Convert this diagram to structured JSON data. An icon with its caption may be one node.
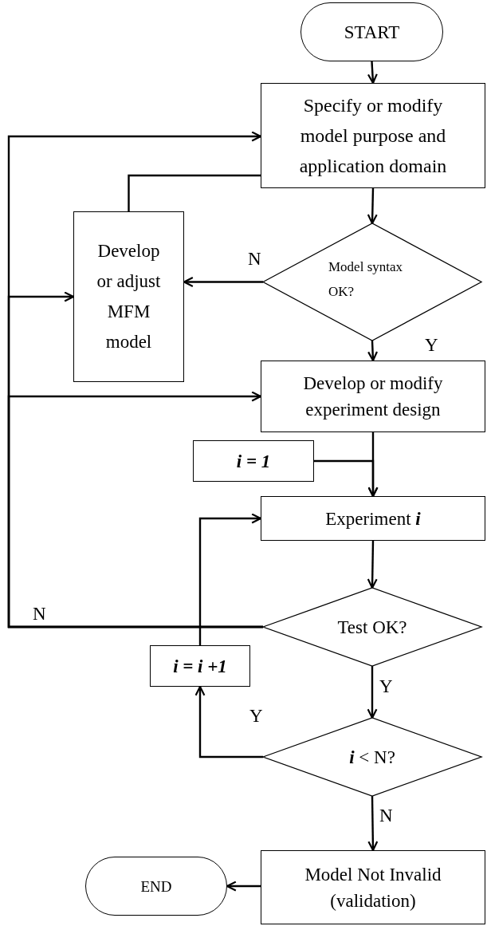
{
  "diagram": {
    "nodes": [
      {
        "text": [
          "START"
        ]
      },
      {
        "text": [
          "Specify or modify model purpose and application domain"
        ]
      },
      {
        "text": [
          "Develop or adjust MFM model"
        ]
      },
      {
        "text": [
          "Model syntax OK?"
        ]
      },
      {
        "text": [
          "Develop or modify experiment design"
        ]
      },
      {
        "text": [
          "i = 1"
        ]
      },
      {
        "text": [
          "Experiment **i**"
        ]
      },
      {
        "text": [
          "Test OK?"
        ]
      },
      {
        "text": [
          "i = i +1"
        ]
      },
      {
        "text": [
          "**i** < N?"
        ]
      },
      {
        "text": [
          "END"
        ]
      },
      {
        "text": [
          "Model Not Invalid (validation)"
        ]
      }
    ],
    "edges": [
      {
        "from": 0,
        "to": 1,
        "arrow": "to"
      },
      {
        "from": 1,
        "to": 3,
        "arrow": "to"
      },
      {
        "from": 3,
        "to": 2,
        "arrow": "to",
        "label": "N"
      },
      {
        "from": 3,
        "to": 4,
        "arrow": "to",
        "label": "Y"
      },
      {
        "from": 2,
        "to": 1,
        "arrow": "none"
      },
      {
        "from": 7,
        "to": 1,
        "arrow": "to",
        "label": "N"
      },
      {
        "from": 7,
        "to": 2,
        "arrow": "to"
      },
      {
        "from": 7,
        "to": 4,
        "arrow": "to"
      },
      {
        "from": 4,
        "to": 6,
        "arrow": "to"
      },
      {
        "from": 5,
        "to": 6,
        "arrow": "to"
      },
      {
        "from": 6,
        "to": 7,
        "arrow": "to"
      },
      {
        "from": 7,
        "to": 9,
        "arrow": "to",
        "label": "Y"
      },
      {
        "from": 9,
        "to": 8,
        "arrow": "to",
        "label": "Y"
      },
      {
        "from": 8,
        "to": 6,
        "arrow": "to"
      },
      {
        "from": 9,
        "to": 11,
        "arrow": "to",
        "label": "N"
      },
      {
        "from": 11,
        "to": 10,
        "arrow": "to"
      }
    ]
  }
}
